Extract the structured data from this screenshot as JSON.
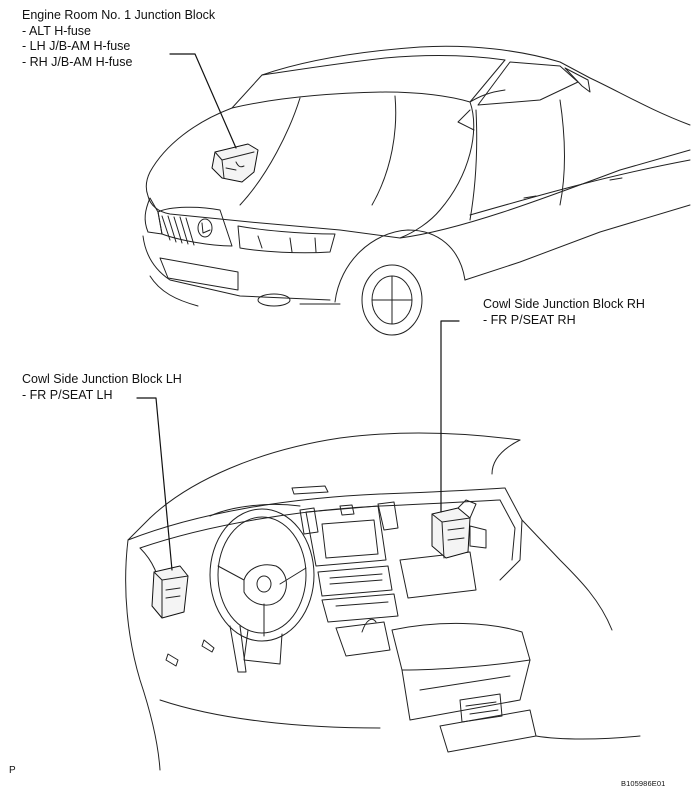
{
  "labels": {
    "engine_room": {
      "title": "Engine Room No. 1 Junction Block",
      "items": [
        "- ALT H-fuse",
        "- LH J/B-AM H-fuse",
        "- RH J/B-AM H-fuse"
      ]
    },
    "cowl_rh": {
      "title": "Cowl Side Junction Block RH",
      "items": [
        "- FR P/SEAT RH"
      ]
    },
    "cowl_lh": {
      "title": "Cowl Side Junction Block LH",
      "items": [
        "- FR P/SEAT LH"
      ]
    }
  },
  "footer": {
    "page_mark": "P",
    "figure_code": "B105986E01"
  }
}
